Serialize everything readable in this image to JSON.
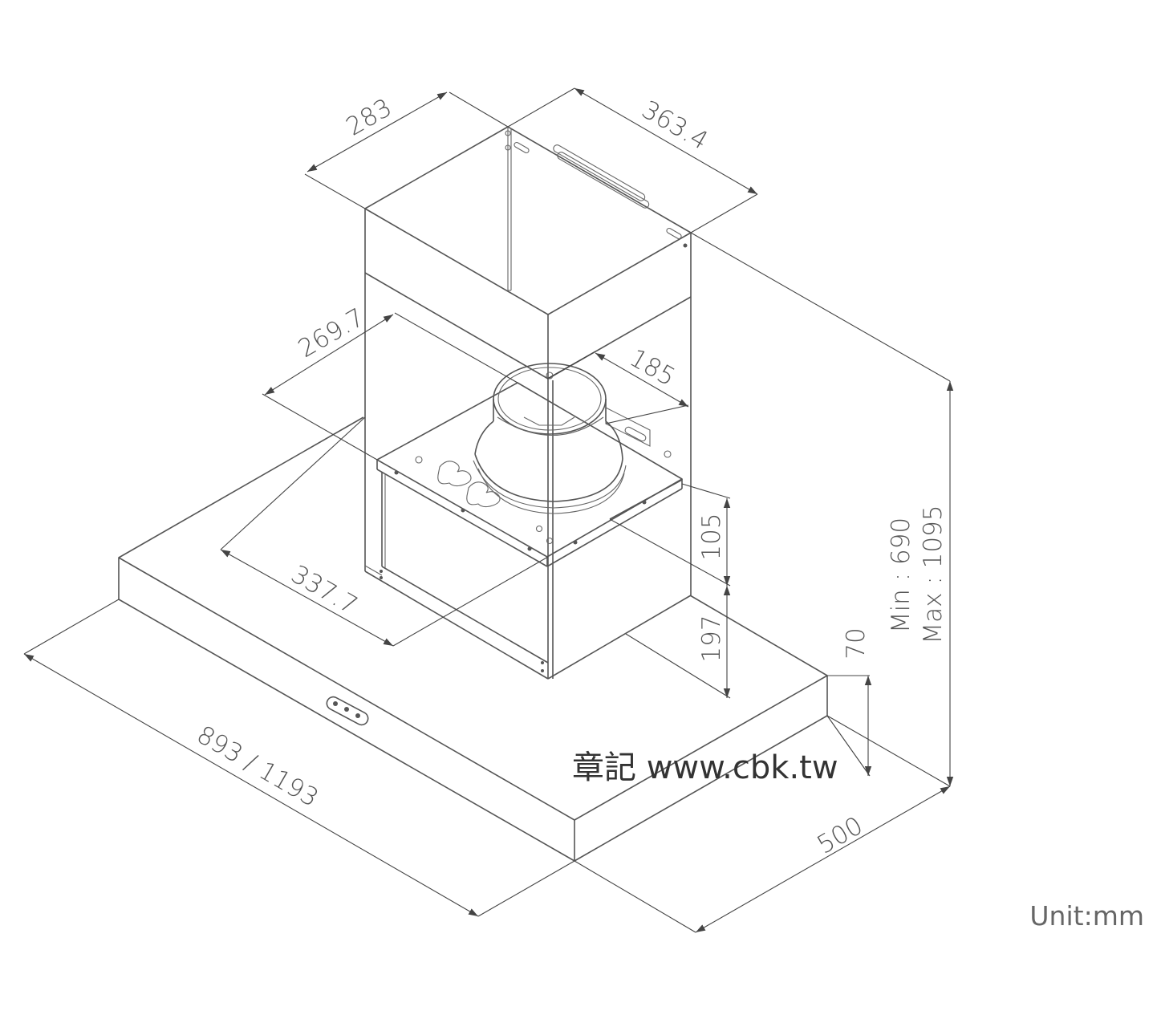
{
  "dimensions": {
    "top_depth": "283",
    "top_width": "363.4",
    "inner_depth": "269.7",
    "inner_offset": "185",
    "inner_width": "337.7",
    "motor_height": "105",
    "body_height": "197",
    "base_thickness": "70",
    "min_height": "Min : 690",
    "max_height": "Max : 1095",
    "total_width": "893 / 1193",
    "total_depth": "500"
  },
  "watermark": "章記 www.cbk.tw",
  "unit_label": "Unit:mm"
}
